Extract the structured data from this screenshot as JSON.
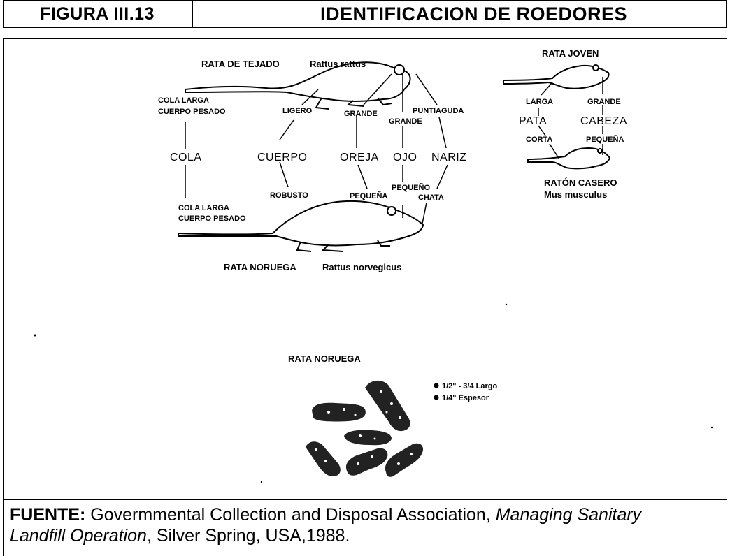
{
  "header": {
    "figure_label": "FIGURA III.13",
    "title": "IDENTIFICACION DE ROEDORES"
  },
  "diagram": {
    "rata_tejado": {
      "common": "RATA DE TEJADO",
      "scientific": "Rattus rattus"
    },
    "rata_noruega": {
      "common": "RATA NORUEGA",
      "scientific": "Rattus norvegicus"
    },
    "rata_joven": {
      "common": "RATA JOVEN"
    },
    "raton_casero": {
      "common": "RATÓN CASERO",
      "scientific": "Mus musculus"
    },
    "traits": {
      "cola": "COLA",
      "cuerpo": "CUERPO",
      "oreja": "OREJA",
      "ojo": "OJO",
      "nariz": "NARIZ",
      "pata": "PATA",
      "cabeza": "CABEZA"
    },
    "values": {
      "cola_top_1": "COLA LARGA",
      "cola_top_2": "CUERPO PESADO",
      "cola_bottom_1": "COLA LARGA",
      "cola_bottom_2": "CUERPO PESADO",
      "cuerpo_top": "LIGERO",
      "cuerpo_bottom": "ROBUSTO",
      "oreja_top": "GRANDE",
      "oreja_bottom": "PEQUEÑA",
      "ojo_top": "GRANDE",
      "ojo_bottom": "PEQUEÑO",
      "nariz_top": "PUNTIAGUDA",
      "nariz_bottom": "CHATA",
      "pata_top": "LARGA",
      "pata_bottom": "CORTA",
      "cabeza_top": "GRANDE",
      "cabeza_bottom": "PEQUEÑA"
    }
  },
  "droppings": {
    "title": "RATA NORUEGA",
    "notes": [
      "1/2\" - 3/4 Largo",
      "1/4\" Espesor"
    ]
  },
  "footer": {
    "source_label": "FUENTE:",
    "source_text_1": " Govermmental  Collection and Disposal Association, ",
    "source_italic_1": "Managing Sanitary",
    "source_italic_2": "Landfill Operation",
    "source_text_2": ", Silver Spring, USA,1988."
  }
}
